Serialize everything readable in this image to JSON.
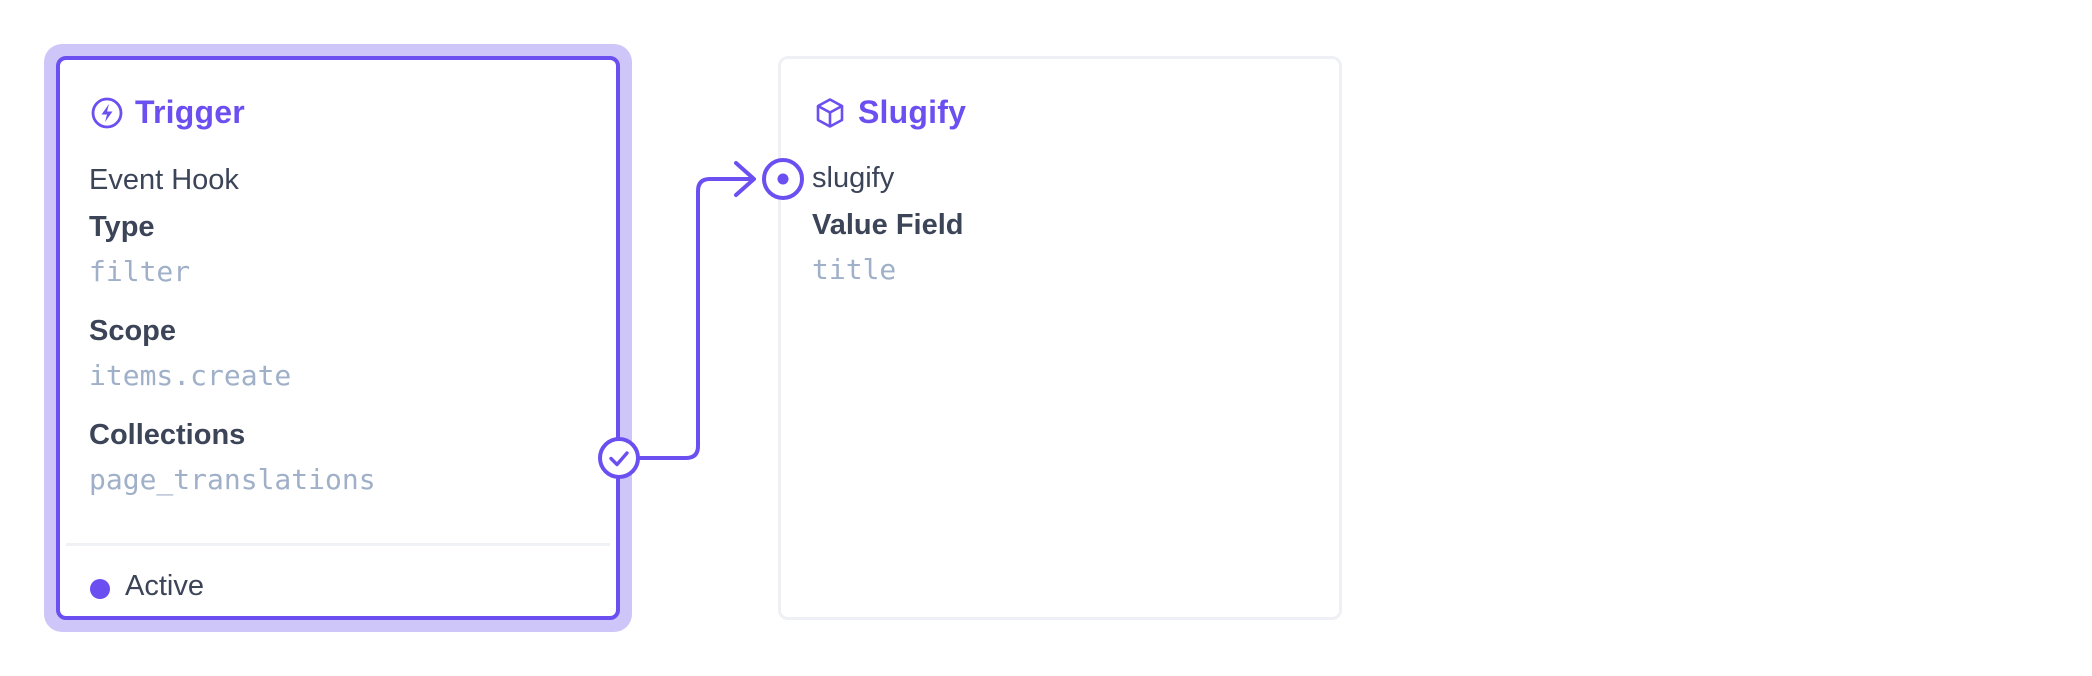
{
  "colors": {
    "accent": "#6b4ff0",
    "accent_soft": "#cec6f8",
    "text": "#3c4458",
    "value_text": "#9fb0c8",
    "border_idle": "#eef0f5"
  },
  "trigger": {
    "icon": "lightning-icon",
    "title": "Trigger",
    "subtitle": "Event Hook",
    "fields": [
      {
        "label": "Type",
        "value": "filter"
      },
      {
        "label": "Scope",
        "value": "items.create"
      },
      {
        "label": "Collections",
        "value": "page_translations"
      }
    ],
    "status": "Active"
  },
  "operation": {
    "icon": "box-icon",
    "title": "Slugify",
    "subtitle": "slugify",
    "fields": [
      {
        "label": "Value Field",
        "value": "title"
      }
    ]
  }
}
